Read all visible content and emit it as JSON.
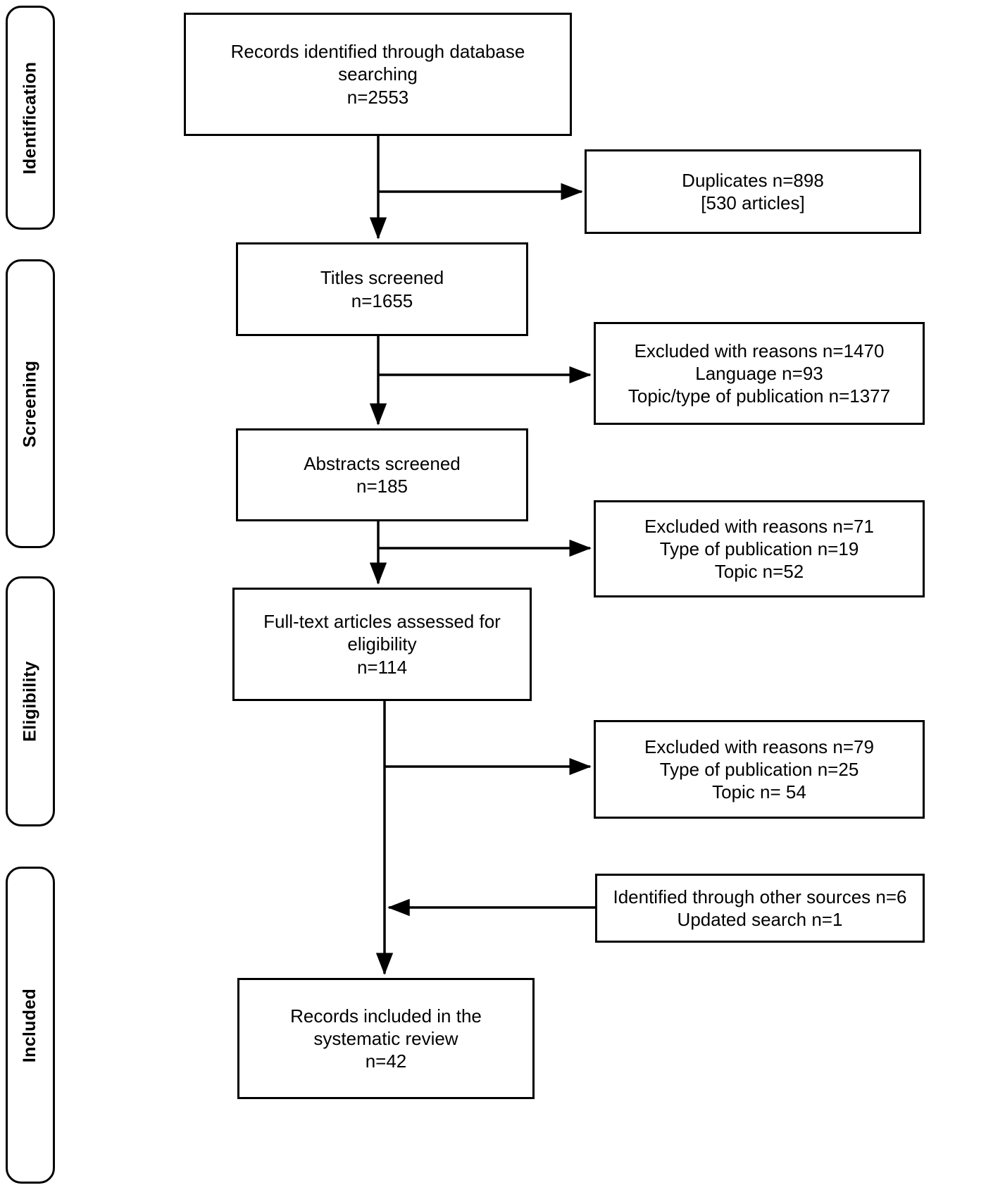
{
  "diagram": {
    "type": "prisma-flow-diagram",
    "title": "",
    "stages": [
      {
        "id": "identification",
        "label": "Identification"
      },
      {
        "id": "screening",
        "label": "Screening"
      },
      {
        "id": "eligibility",
        "label": "Eligibility"
      },
      {
        "id": "included",
        "label": "Included"
      }
    ],
    "main_boxes": [
      {
        "id": "records-identified",
        "text": "Records identified through database\nsearching\nn=2553"
      },
      {
        "id": "titles-screened",
        "text": "Titles screened\nn=1655"
      },
      {
        "id": "abstracts-screened",
        "text": "Abstracts screened\nn=185"
      },
      {
        "id": "full-text-assessed",
        "text": "Full-text articles assessed for\neligibility\nn=114"
      },
      {
        "id": "records-included",
        "text": "Records included in the\nsystematic review\nn=42"
      }
    ],
    "side_boxes": [
      {
        "id": "duplicates",
        "text": "Duplicates n=898\n[530 articles]"
      },
      {
        "id": "excluded-titles",
        "text": "Excluded with reasons n=1470\nLanguage n=93\nTopic/type of publication n=1377"
      },
      {
        "id": "excluded-abstracts",
        "text": "Excluded with reasons n=71\nType of publication n=19\nTopic n=52"
      },
      {
        "id": "excluded-fulltext",
        "text": "Excluded with reasons n=79\nType of publication n=25\nTopic n= 54"
      },
      {
        "id": "other-sources",
        "text": "Identified through other sources n=6\nUpdated search n=1"
      }
    ],
    "colors": {
      "stroke": "#000000",
      "fill": "#ffffff",
      "text": "#000000"
    }
  }
}
